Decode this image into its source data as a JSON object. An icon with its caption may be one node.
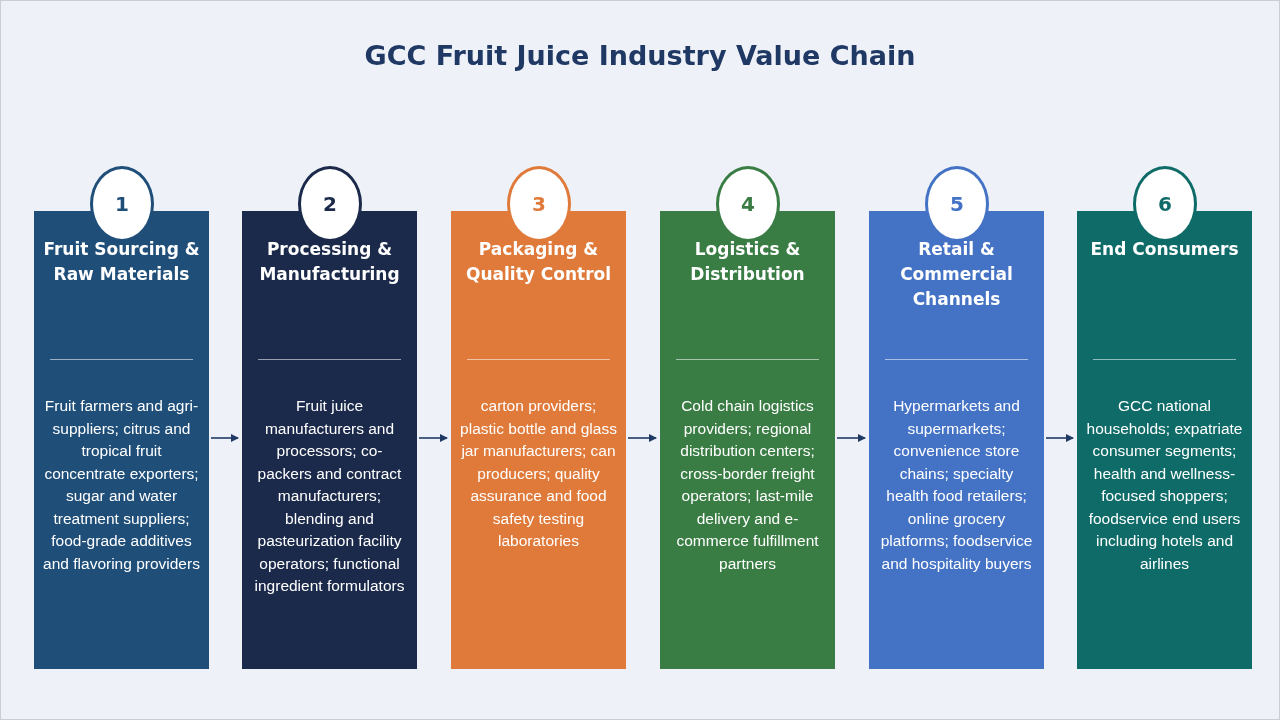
{
  "diagram": {
    "title": "GCC Fruit Juice Industry Value Chain",
    "nodes": [
      {
        "text": [
          "1",
          "Fruit Sourcing & Raw Materials",
          "Fruit farmers and agri-suppliers; citrus and tropical fruit concentrate exporters; sugar and water treatment suppliers; food-grade additives and flavoring providers"
        ]
      },
      {
        "text": [
          "2",
          "Processing & Manufacturing",
          "Fruit juice manufacturers and processors; co-packers and contract manufacturers; blending and pasteurization facility operators; functional ingredient formulators"
        ]
      },
      {
        "text": [
          "3",
          "Packaging & Quality Control",
          "carton providers; plastic bottle and glass jar manufacturers; can producers; quality assurance and food safety testing laboratories"
        ]
      },
      {
        "text": [
          "4",
          "Logistics & Distribution",
          "Cold chain logistics providers; regional distribution centers; cross-border freight operators; last-mile delivery and e-commerce fulfillment partners"
        ]
      },
      {
        "text": [
          "5",
          "Retail & Commercial Channels",
          "Hypermarkets and supermarkets; convenience store chains; specialty health food retailers; online grocery platforms; foodservice and hospitality buyers"
        ]
      },
      {
        "text": [
          "6",
          "End Consumers",
          "GCC national households; expatriate consumer segments; health and wellness-focused shoppers; foodservice end users including hotels and airlines"
        ]
      }
    ],
    "edges": [
      {
        "from": 0,
        "to": 1,
        "arrow": "to"
      },
      {
        "from": 1,
        "to": 2,
        "arrow": "to"
      },
      {
        "from": 2,
        "to": 3,
        "arrow": "to"
      },
      {
        "from": 3,
        "to": 4,
        "arrow": "to"
      },
      {
        "from": 4,
        "to": 5,
        "arrow": "to"
      }
    ]
  }
}
